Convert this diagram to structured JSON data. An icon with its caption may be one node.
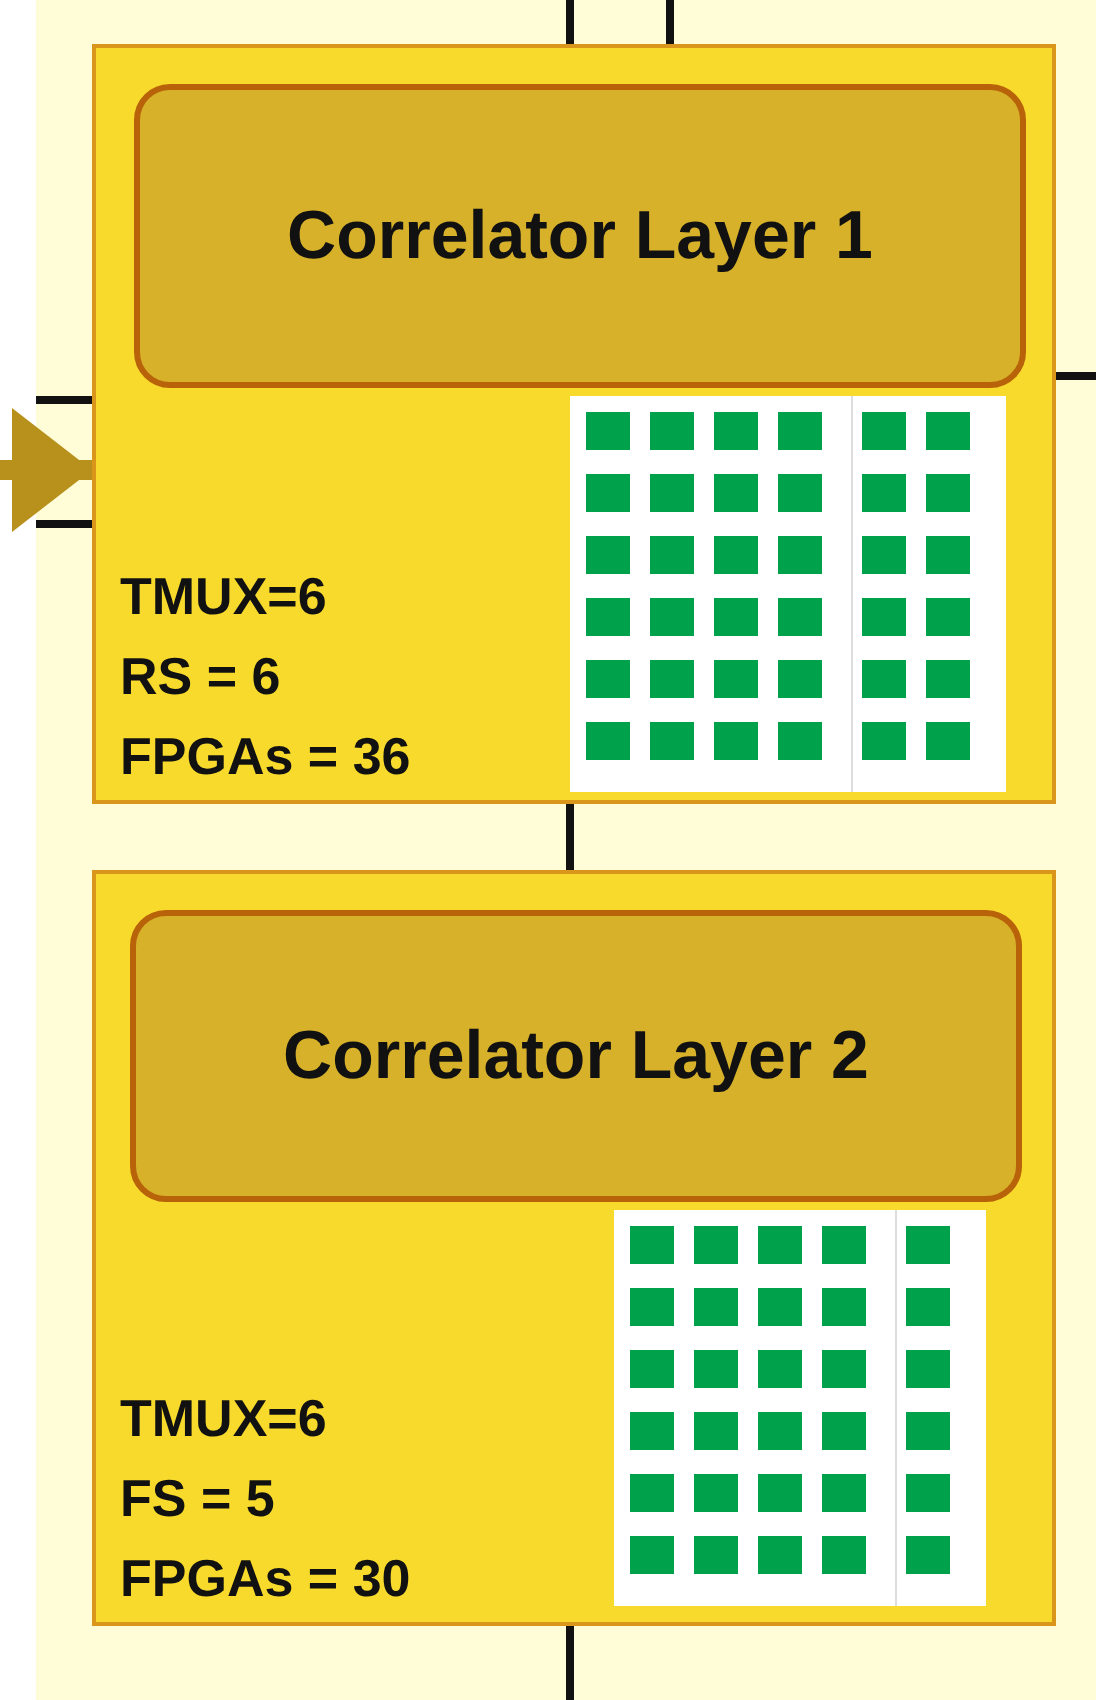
{
  "diagram": {
    "nodes": [
      {
        "text": [
          "TMUX=6",
          "RS = 6",
          "FPGAs = 36"
        ]
      },
      {
        "text": [
          "Correlator Layer 1"
        ],
        "in": 0
      },
      {
        "text": [
          "TMUX=6",
          "FS = 5",
          "FPGAs = 30"
        ]
      },
      {
        "text": [
          "Correlator Layer 2"
        ],
        "in": 2
      }
    ],
    "edges": [
      {
        "from": null,
        "to": 0,
        "arrow": "none"
      },
      {
        "from": null,
        "to": 0,
        "arrow": "none"
      },
      {
        "from": 0,
        "to": null,
        "arrow": "none"
      },
      {
        "from": null,
        "to": 0,
        "arrow": "to",
        "style": "thick",
        "color": "#b8901c"
      },
      {
        "from": 0,
        "to": null,
        "arrow": "none"
      },
      {
        "from": 0,
        "to": null,
        "arrow": "none"
      },
      {
        "from": 0,
        "to": 2,
        "arrow": "none"
      },
      {
        "from": 2,
        "to": null,
        "arrow": "none"
      }
    ]
  }
}
